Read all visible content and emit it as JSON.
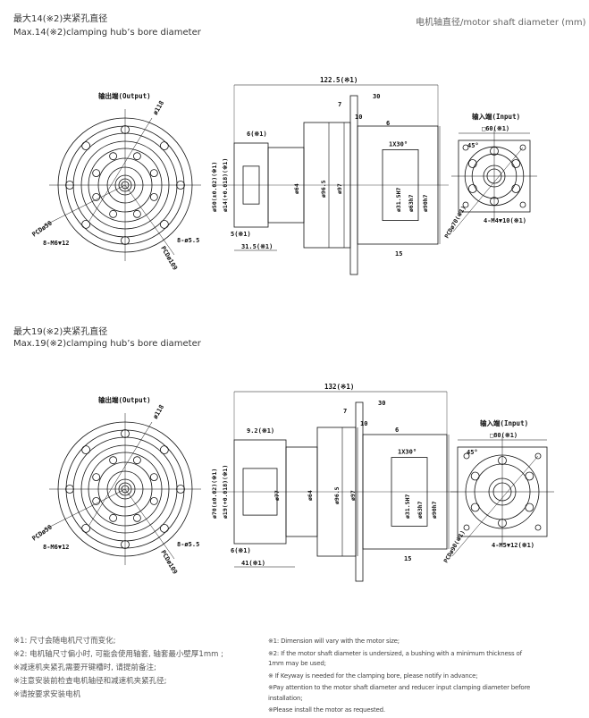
{
  "header_right": "电机轴直径/motor shaft diameter (mm)",
  "sections": [
    {
      "title_cn": "最大14(※2)夹紧孔直径",
      "title_en": "Max.14(※2)clamping hub’s bore diameter",
      "output_view": {
        "title": "输出端(Output)",
        "dia": "ø118",
        "pcd_small": "PCDø50",
        "holes_a": "8-M6▼12",
        "holes_b": "8-ø5.5",
        "pcd_large": "PCDø109"
      },
      "side_view": {
        "overall": "122.5(※1)",
        "d30": "30",
        "d7": "7",
        "d10": "10",
        "d6": "6",
        "d6b": "6(※1)",
        "chamfer": "1X30°",
        "d_left_a": "ø50(±0.02)(※1)",
        "d_left_b": "ø14(+0.018)(※1)",
        "d64": "ø64",
        "d96": "ø96.5",
        "d97": "ø97",
        "bore": "ø31.5H7",
        "d63": "ø63h7",
        "d90": "ø90h7",
        "d5": "5(※1)",
        "d31": "31.5(※1)",
        "d15": "15"
      },
      "input_view": {
        "title": "输入端(Input)",
        "square": "□60(※1)",
        "angle": "45°",
        "pcd": "PCDø70(※1)",
        "holes": "4-M4▼10(※1)"
      }
    },
    {
      "title_cn": "最大19(※2)夹紧孔直径",
      "title_en": "Max.19(※2)clamping hub’s bore diameter",
      "output_view": {
        "title": "输出端(Output)",
        "dia": "ø118",
        "pcd_small": "PCDø50",
        "holes_a": "8-M6▼12",
        "holes_b": "8-ø5.5",
        "pcd_large": "PCDø109"
      },
      "side_view": {
        "overall": "132(※1)",
        "d30": "30",
        "d7": "7",
        "d10": "10",
        "d6": "6",
        "d6b": "9.2(※1)",
        "chamfer": "1X30°",
        "d_left_a": "ø70(±0.02)(※1)",
        "d_left_b": "ø19(+0.018)(※1)",
        "d64": "ø64",
        "d77": "ø77",
        "d96": "ø96.5",
        "d97": "ø97",
        "bore": "ø31.5H7",
        "d63": "ø63h7",
        "d90": "ø90h7",
        "d5": "6(※1)",
        "d31": "41(※1)",
        "d15": "15"
      },
      "input_view": {
        "title": "输入端(Input)",
        "square": "□80(※1)",
        "angle": "45°",
        "pcd": "PCDø90(※1)",
        "holes": "4-M5▼12(※1)"
      }
    }
  ],
  "notes_cn": [
    "※1: 尺寸会随电机尺寸而变化;",
    "※2: 电机轴尺寸偏小时, 可能会使用轴套, 轴套最小壁厚1mm ;",
    "※减速机夹紧孔需要开键槽时, 请提前备注;",
    "※注意安装前检查电机轴径和减速机夹紧孔径;",
    "※请按要求安装电机"
  ],
  "notes_en": [
    "※1: Dimension will vary with the motor size;",
    "※2: If the motor shaft diameter is undersized, a bushing with a minimum thickness of 1mm may be used;",
    "※ If Keyway is needed for the clamping bore, please notify in advance;",
    "※Pay attention to the motor shaft diameter and reducer input clamping diameter before installation;",
    "※Please install the motor as requested."
  ]
}
